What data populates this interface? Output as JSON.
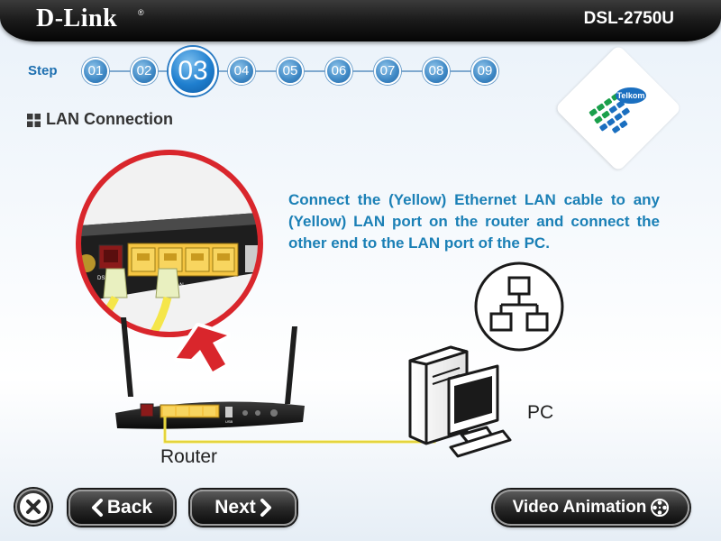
{
  "header": {
    "logo": "D-Link",
    "logo_reg": "®",
    "model": "DSL-2750U"
  },
  "steps": {
    "label": "Step",
    "items": [
      "01",
      "02",
      "03",
      "04",
      "05",
      "06",
      "07",
      "08",
      "09"
    ],
    "active": "03"
  },
  "section": {
    "title": "LAN Connection"
  },
  "brand": {
    "partner": "Telkom"
  },
  "instruction": "Connect the (Yellow) Ethernet LAN cable to any (Yellow) LAN port on the router and connect the other end to the LAN port of the PC.",
  "labels": {
    "pc": "PC",
    "router": "Router"
  },
  "router_ports": {
    "dsl": "DSL",
    "lan": "LAN",
    "usb": "USB"
  },
  "buttons": {
    "back": "Back",
    "next": "Next",
    "video": "Video Animation"
  },
  "colors": {
    "accent_blue": "#1b80b6",
    "cable_yellow": "#f5e64a",
    "port_yellow": "#f5c542",
    "highlight_red": "#d9262c"
  },
  "icons": {
    "close": "close-icon",
    "back": "chevron-left-icon",
    "next": "chevron-right-icon",
    "video": "film-reel-icon",
    "network": "network-topology-icon"
  }
}
